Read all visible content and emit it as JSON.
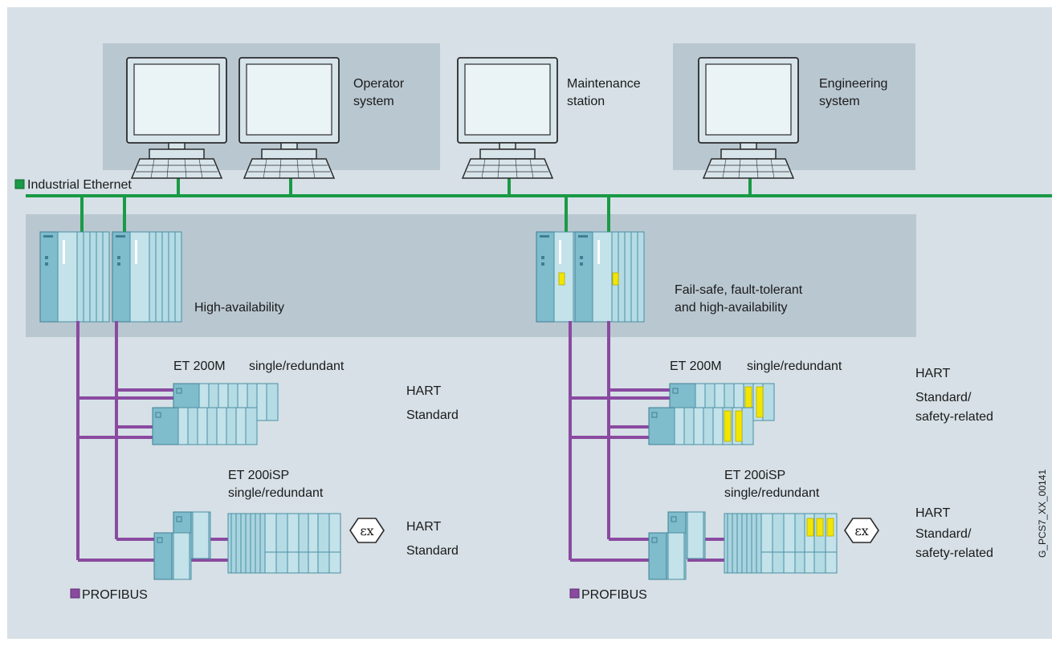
{
  "network": {
    "ethernet_label": "Industrial Ethernet",
    "profibus_label": "PROFIBUS",
    "ethernet_color": "#1a9a46",
    "profibus_color": "#8a4aa0"
  },
  "stations": {
    "operator_line1": "Operator",
    "operator_line2": "system",
    "maintenance_line1": "Maintenance",
    "maintenance_line2": "station",
    "engineering_line1": "Engineering",
    "engineering_line2": "system"
  },
  "controllers": {
    "left_label": "High-availability",
    "right_line1": "Fail-safe, fault-tolerant",
    "right_line2": "and high-availability"
  },
  "left": {
    "et200m_name": "ET 200M",
    "et200m_mode": "single/redundant",
    "et200m_hart": "HART",
    "et200m_type": "Standard",
    "et200isp_name": "ET 200iSP",
    "et200isp_mode": "single/redundant",
    "et200isp_hart": "HART",
    "et200isp_type": "Standard",
    "ex_symbol": "εx"
  },
  "right": {
    "et200m_name": "ET 200M",
    "et200m_mode": "single/redundant",
    "et200m_hart": "HART",
    "et200m_type_line1": "Standard/",
    "et200m_type_line2": "safety-related",
    "et200isp_name": "ET 200iSP",
    "et200isp_mode": "single/redundant",
    "et200isp_hart": "HART",
    "et200isp_type_line1": "Standard/",
    "et200isp_type_line2": "safety-related",
    "ex_symbol": "εx"
  },
  "figure_id": "G_PCS7_XX_00141"
}
